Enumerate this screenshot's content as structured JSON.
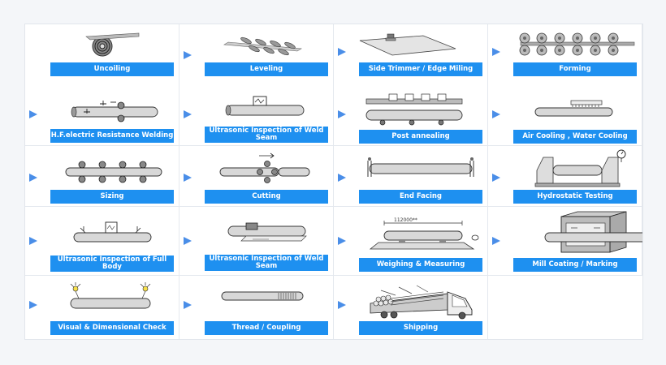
{
  "colors": {
    "label_bg": "#1e90f0",
    "label_text": "#ffffff",
    "arrow": "#4a8ee8",
    "background": "#f4f6f9"
  },
  "steps": [
    {
      "label": "Uncoiling",
      "icon": "coil-icon"
    },
    {
      "label": "Leveling",
      "icon": "leveling-rollers-icon"
    },
    {
      "label": "Side Trimmer / Edge Miling",
      "icon": "plate-trimmer-icon"
    },
    {
      "label": "Forming",
      "icon": "forming-rollers-icon"
    },
    {
      "label": "H.F.electric Resistance Welding",
      "icon": "erw-welding-icon"
    },
    {
      "label": "Ultrasonic Inspection of Weld Seam",
      "icon": "ultrasonic-weld-icon"
    },
    {
      "label": "Post annealing",
      "icon": "annealing-icon"
    },
    {
      "label": "Air Cooling , Water Cooling",
      "icon": "cooling-icon"
    },
    {
      "label": "Sizing",
      "icon": "sizing-rollers-icon"
    },
    {
      "label": "Cutting",
      "icon": "cutting-saw-icon"
    },
    {
      "label": "End Facing",
      "icon": "end-facing-icon"
    },
    {
      "label": "Hydrostatic Testing",
      "icon": "hydrostatic-test-icon"
    },
    {
      "label": "Ultrasonic Inspection of Full Body",
      "icon": "ultrasonic-body-icon"
    },
    {
      "label": "Ultrasonic Inspection of Weld Seam",
      "icon": "ultrasonic-seam-icon"
    },
    {
      "label": "Weighing & Measuring",
      "icon": "scale-icon",
      "annotation": "112000**"
    },
    {
      "label": "Mill Coating / Marking",
      "icon": "coating-box-icon"
    },
    {
      "label": "Visual & Dimensional Check",
      "icon": "inspection-light-icon"
    },
    {
      "label": "Thread / Coupling",
      "icon": "threaded-pipe-icon"
    },
    {
      "label": "Shipping",
      "icon": "truck-icon"
    }
  ]
}
